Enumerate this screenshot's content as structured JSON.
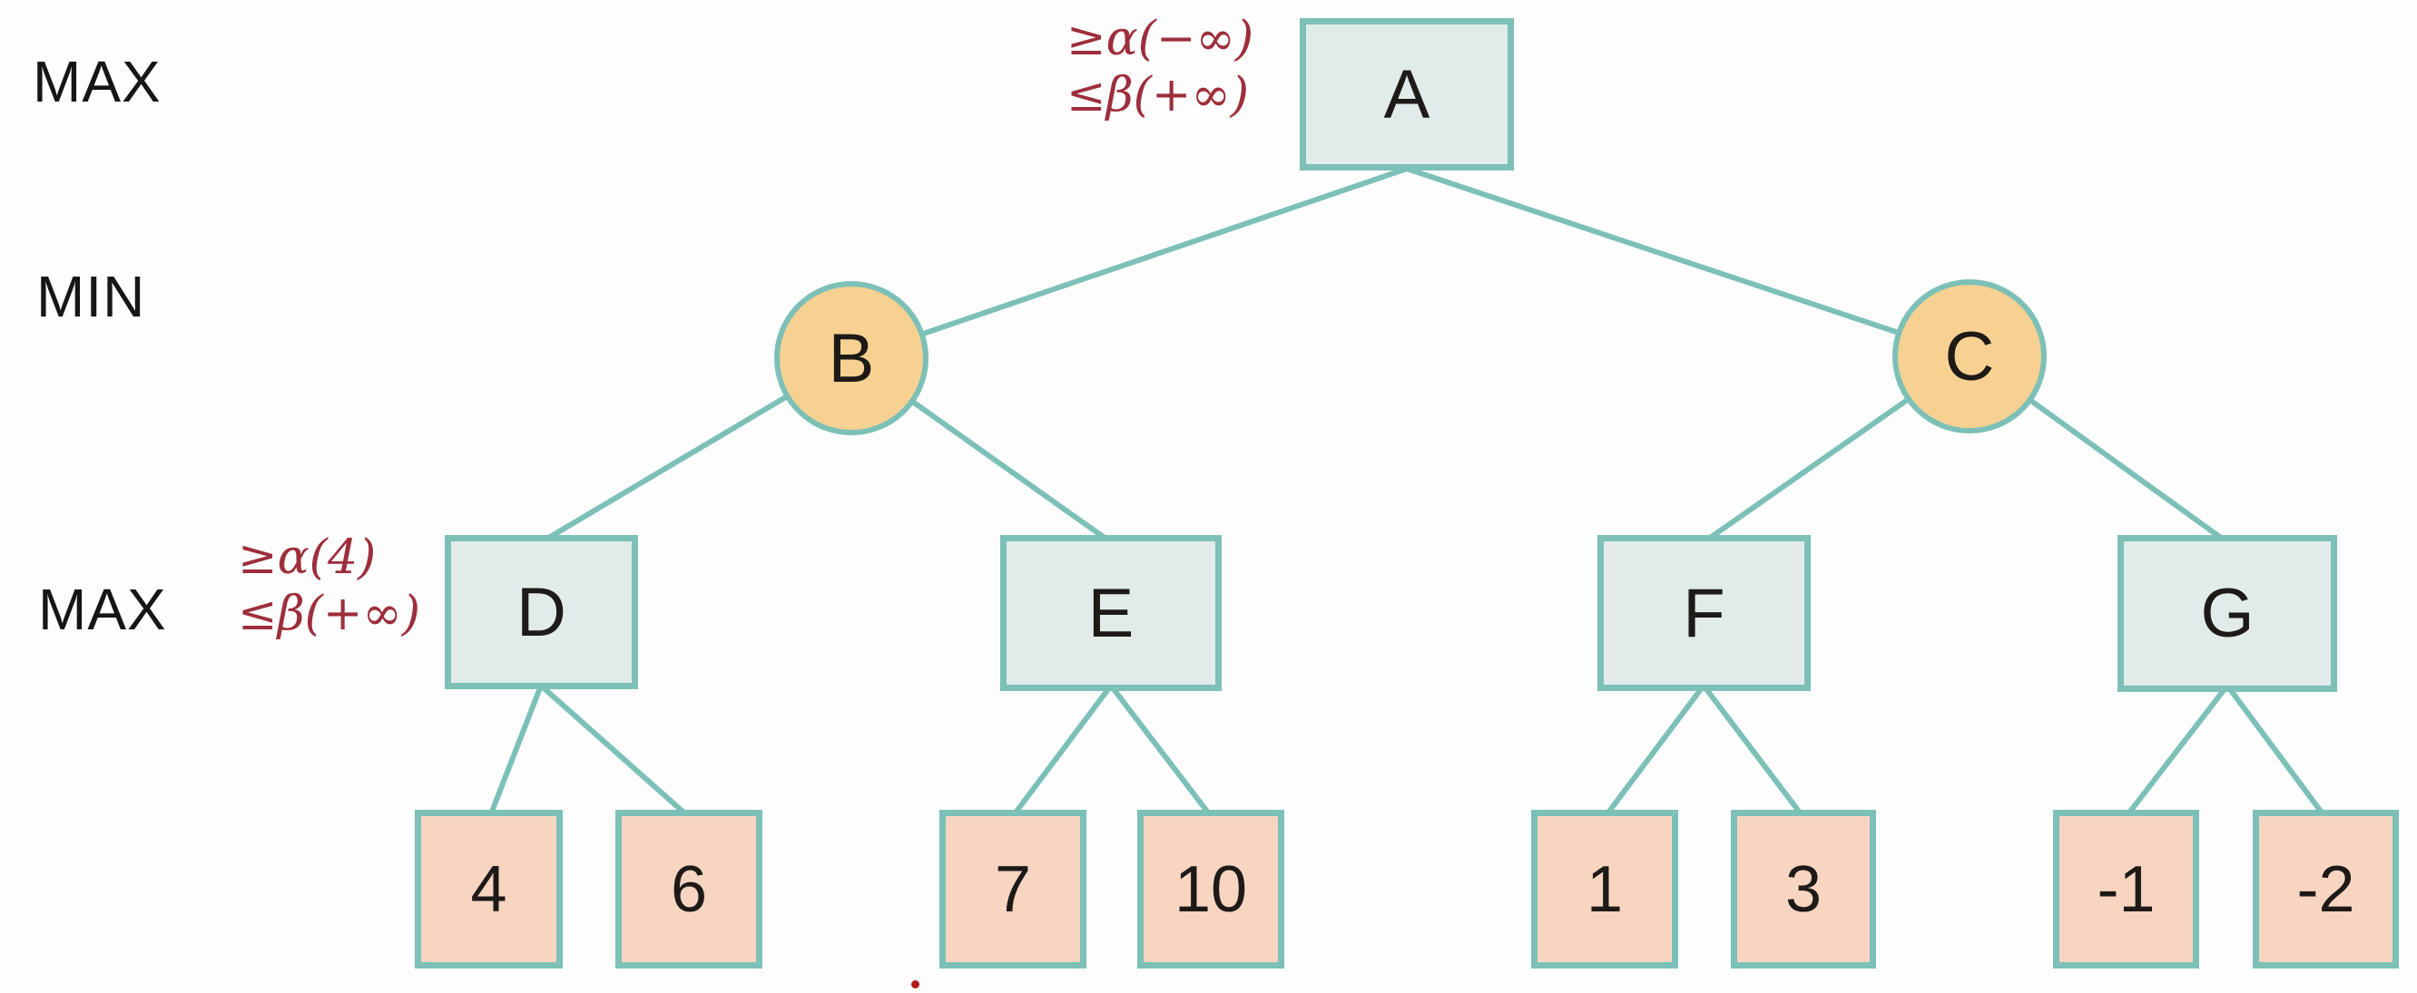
{
  "diagram": {
    "title": "minimax alpha-beta pruning tree",
    "row_labels": [
      "MAX",
      "MIN",
      "MAX"
    ],
    "nodes": {
      "A": "A",
      "B": "B",
      "C": "C",
      "D": "D",
      "E": "E",
      "F": "F",
      "G": "G"
    },
    "leaves": [
      "4",
      "6",
      "7",
      "10",
      "1",
      "3",
      "-1",
      "-2"
    ],
    "annotations": {
      "A": {
        "line1": "≥α(−∞)",
        "line2": "≤β(+∞)"
      },
      "D": {
        "line1": "≥α(4)",
        "line2": "≤β(+∞)"
      }
    },
    "structure": {
      "root": "A",
      "node_types": {
        "A": "max",
        "B": "min",
        "C": "min",
        "D": "max",
        "E": "max",
        "F": "max",
        "G": "max"
      },
      "children": {
        "A": [
          "B",
          "C"
        ],
        "B": [
          "D",
          "E"
        ],
        "C": [
          "F",
          "G"
        ],
        "D": [
          "4",
          "6"
        ],
        "E": [
          "7",
          "10"
        ],
        "F": [
          "1",
          "3"
        ],
        "G": [
          "-1",
          "-2"
        ]
      }
    },
    "colors": {
      "edge": "#7cc0b7",
      "max_node_fill": "#e1ecea",
      "min_node_fill": "#f7d192",
      "leaf_fill": "#f8d5c1",
      "annotation_text": "#9d2e3b",
      "node_text": "#1d1a17",
      "background": "#fdfdfd"
    }
  }
}
